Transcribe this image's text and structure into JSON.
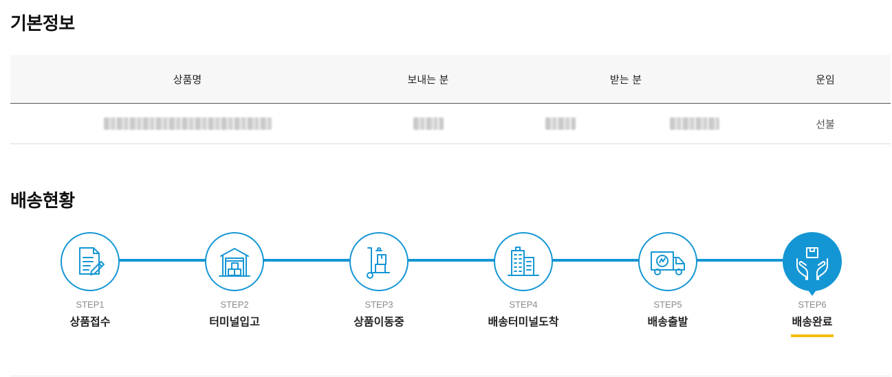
{
  "basic_info": {
    "title": "기본정보",
    "headers": [
      "상품명",
      "보내는 분",
      "받는 분",
      "운임"
    ],
    "row": {
      "product_name": "",
      "sender": "",
      "receiver_name": "",
      "receiver_contact": "",
      "fare": "선불"
    }
  },
  "delivery_status": {
    "title": "배송현황",
    "steps": [
      {
        "num": "STEP1",
        "label": "상품접수",
        "icon": "document-pen-icon"
      },
      {
        "num": "STEP2",
        "label": "터미널입고",
        "icon": "warehouse-icon"
      },
      {
        "num": "STEP3",
        "label": "상품이동중",
        "icon": "hand-truck-icon"
      },
      {
        "num": "STEP4",
        "label": "배송터미널도착",
        "icon": "buildings-icon"
      },
      {
        "num": "STEP5",
        "label": "배송출발",
        "icon": "delivery-truck-icon"
      },
      {
        "num": "STEP6",
        "label": "배송완료",
        "icon": "hands-package-icon"
      }
    ],
    "active_step": 6
  },
  "colors": {
    "accent": "#1496d4",
    "highlight": "#f2bd00",
    "header_bg": "#f7f7f7"
  }
}
